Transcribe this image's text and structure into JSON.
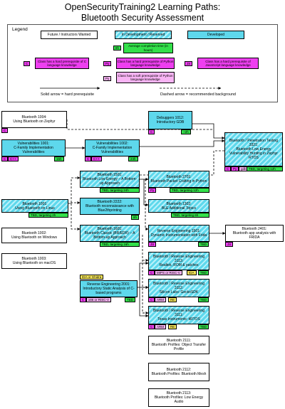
{
  "title": {
    "line1": "OpenSecurityTraining2 Learning Paths:",
    "line2": "Bluetooth Security Assessment"
  },
  "legend": {
    "title": "Legend",
    "future": "Future / Instructors Wanted",
    "in_dev": "In Development / Reserved",
    "developed": "Developed",
    "hours_tag": "8h",
    "hours_desc": "Average completion time (in hours)",
    "c_tag": "C",
    "c_desc": "Class has a hard prerequisite of C language knowledge",
    "py_tag": "Py",
    "py_desc": "Class has a hard prerequisite of Python language knowledge",
    "js_tag": "JS",
    "js_desc": "Class has a hard prerequisite of JavaScript language knowledge",
    "py_soft_tag": "Py",
    "py_soft_desc": "Class has a soft prerequisite of Python language knowledge",
    "solid_desc": "Solid arrow = hard prerequisite",
    "dashed_desc": "Dashed arrow = recommended background"
  },
  "nodes": {
    "bt1004": {
      "title": "Bluetooth 1004:",
      "sub": "Using Bluetooth on Zephyr",
      "tag": "C"
    },
    "dbg1012": {
      "title": "Debuggers 1012:",
      "sub": "Introductory GDB",
      "tag": "C",
      "hours": "~2h"
    },
    "bt3321": {
      "title": "Bluetooth / Penetration Testing 3321:",
      "sub": "Bluetooth Low Energy Vulnerability Hunting in Zephyr RTOS",
      "tags": [
        "C",
        "Py",
        "gdb"
      ],
      "status": "TBD, targeting 12h"
    },
    "vuln1001": {
      "title": "Vulnerabilities 1001:",
      "sub": "C-Family Implementation Vulnerabilities",
      "tags": [
        "C",
        "C++"
      ],
      "hours": "15h"
    },
    "vuln1002": {
      "title": "Vulnerabilities 1002:",
      "sub": "C-Family Implementation Vulnerabilities",
      "tags": [
        "C",
        "C++"
      ],
      "hours": "24h"
    },
    "bt1501": {
      "title": "Bluetooth 1501:",
      "sub": "Bluetooth Low Energy – A Bottom-up Approach",
      "status": "TBD, targeting 24h"
    },
    "bt2701": {
      "title": "Bluetooth 2701:",
      "sub": "Bluetooth Packet Crafting in Python",
      "tag": "Py",
      "status": "TBD, targeting 12h"
    },
    "bt1001": {
      "title": "Bluetooth 1001:",
      "sub": "Using Bluetooth on Linux",
      "status": "TBD, targeting 2h"
    },
    "bt2222": {
      "title": "Bluetooth 2222:",
      "sub": "Bluetooth reconnaissance with Blue2thprinting",
      "hours": "8h"
    },
    "bt1302": {
      "title": "Bluetooth 1302:",
      "sub": "BLE Additional Topics",
      "status": "TBD, targeting 6h"
    },
    "bt1002": {
      "title": "Bluetooth 1002:",
      "sub": "Using Bluetooth on Windows"
    },
    "bt1601": {
      "title": "Bluetooth 1601:",
      "sub": "Bluetooth Classic (BR/EDR) – A Bottom-up Approach",
      "status": "TBD, targeting 16h"
    },
    "re1501": {
      "title": "Reverse Engineering 1501:",
      "sub": "Dynamic Instrumentation with Frida",
      "tag": "JS",
      "hours": "TBD"
    },
    "bt2401": {
      "title": "Bluetooth 2401:",
      "sub": "Bluetooth app analysis with FRIDA",
      "tag": "JS"
    },
    "bt1003": {
      "title": "Bluetooth 1003:",
      "sub": "Using Bluetooth on macOS"
    },
    "re3113": {
      "title": "Bluetooth / Reverse Engineering 3113:",
      "sub": "Realtek, ROM & patches",
      "tags": [
        "C",
        "MIPS or RISC-V",
        "IDA"
      ],
      "hours": "TBD"
    },
    "re2001": {
      "title": "Reverse Engineering 2001:",
      "sub": "Introductory Static Analysis of C-based programs",
      "tags": [
        "C",
        "x86 or RISC-V"
      ],
      "hours": "TBD",
      "pre_tag": "IDA or Ghidra"
    },
    "re3112": {
      "title": "Bluetooth / Reverse Engineering 3112:",
      "sub": "Silicon Labs: GeckoSDK",
      "tags": [
        "C",
        "ARM",
        "RE"
      ],
      "hours": "TBD"
    },
    "re3111": {
      "title": "Bluetooth / Reverse Engineering 3111:",
      "sub": "Texas Instruments: tiRTOS",
      "tags": [
        "C",
        "ARM",
        "RE"
      ],
      "hours": "TBD"
    },
    "bt2111": {
      "title": "Bluetooth 2111:",
      "sub": "Bluetooth Profiles: Object Transfer Profile"
    },
    "bt2112": {
      "title": "Bluetooth 2112:",
      "sub": "Bluetooth Profiles: Bluetooth Mesh"
    },
    "bt2113": {
      "title": "Bluetooth 2113:",
      "sub": "Bluetooth Profiles: Low Energy Audio"
    }
  },
  "colors": {
    "developed": "#5ed8ec",
    "c_tag": "#ee3ff0",
    "soft_tag": "#f8b4f4",
    "hours_tag": "#33e04a",
    "ida_tag": "#f8e85a"
  }
}
